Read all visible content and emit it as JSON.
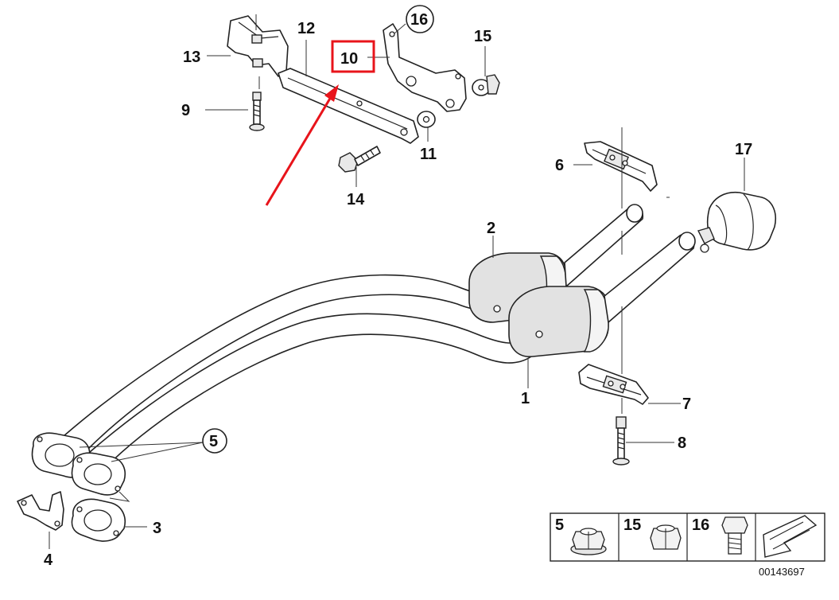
{
  "diagram": {
    "part_labels": [
      {
        "id": "1",
        "text": "1"
      },
      {
        "id": "2",
        "text": "2"
      },
      {
        "id": "3",
        "text": "3"
      },
      {
        "id": "4",
        "text": "4"
      },
      {
        "id": "5",
        "text": "5"
      },
      {
        "id": "6",
        "text": "6"
      },
      {
        "id": "7",
        "text": "7"
      },
      {
        "id": "8",
        "text": "8"
      },
      {
        "id": "9",
        "text": "9"
      },
      {
        "id": "10",
        "text": "10"
      },
      {
        "id": "11",
        "text": "11"
      },
      {
        "id": "12",
        "text": "12"
      },
      {
        "id": "13",
        "text": "13"
      },
      {
        "id": "14",
        "text": "14"
      },
      {
        "id": "15",
        "text": "15"
      },
      {
        "id": "16",
        "text": "16"
      },
      {
        "id": "17",
        "text": "17"
      }
    ],
    "highlight": {
      "label": "10",
      "color": "#e8141b"
    },
    "arrow_color": "#e8141b",
    "reference_box": {
      "items": [
        {
          "number": "5",
          "icon": "hex-nut-flange-icon"
        },
        {
          "number": "15",
          "icon": "hex-nut-icon"
        },
        {
          "number": "16",
          "icon": "hex-bolt-icon"
        }
      ],
      "direction_icon": "arrow-icon"
    },
    "document_id": "00143697"
  }
}
